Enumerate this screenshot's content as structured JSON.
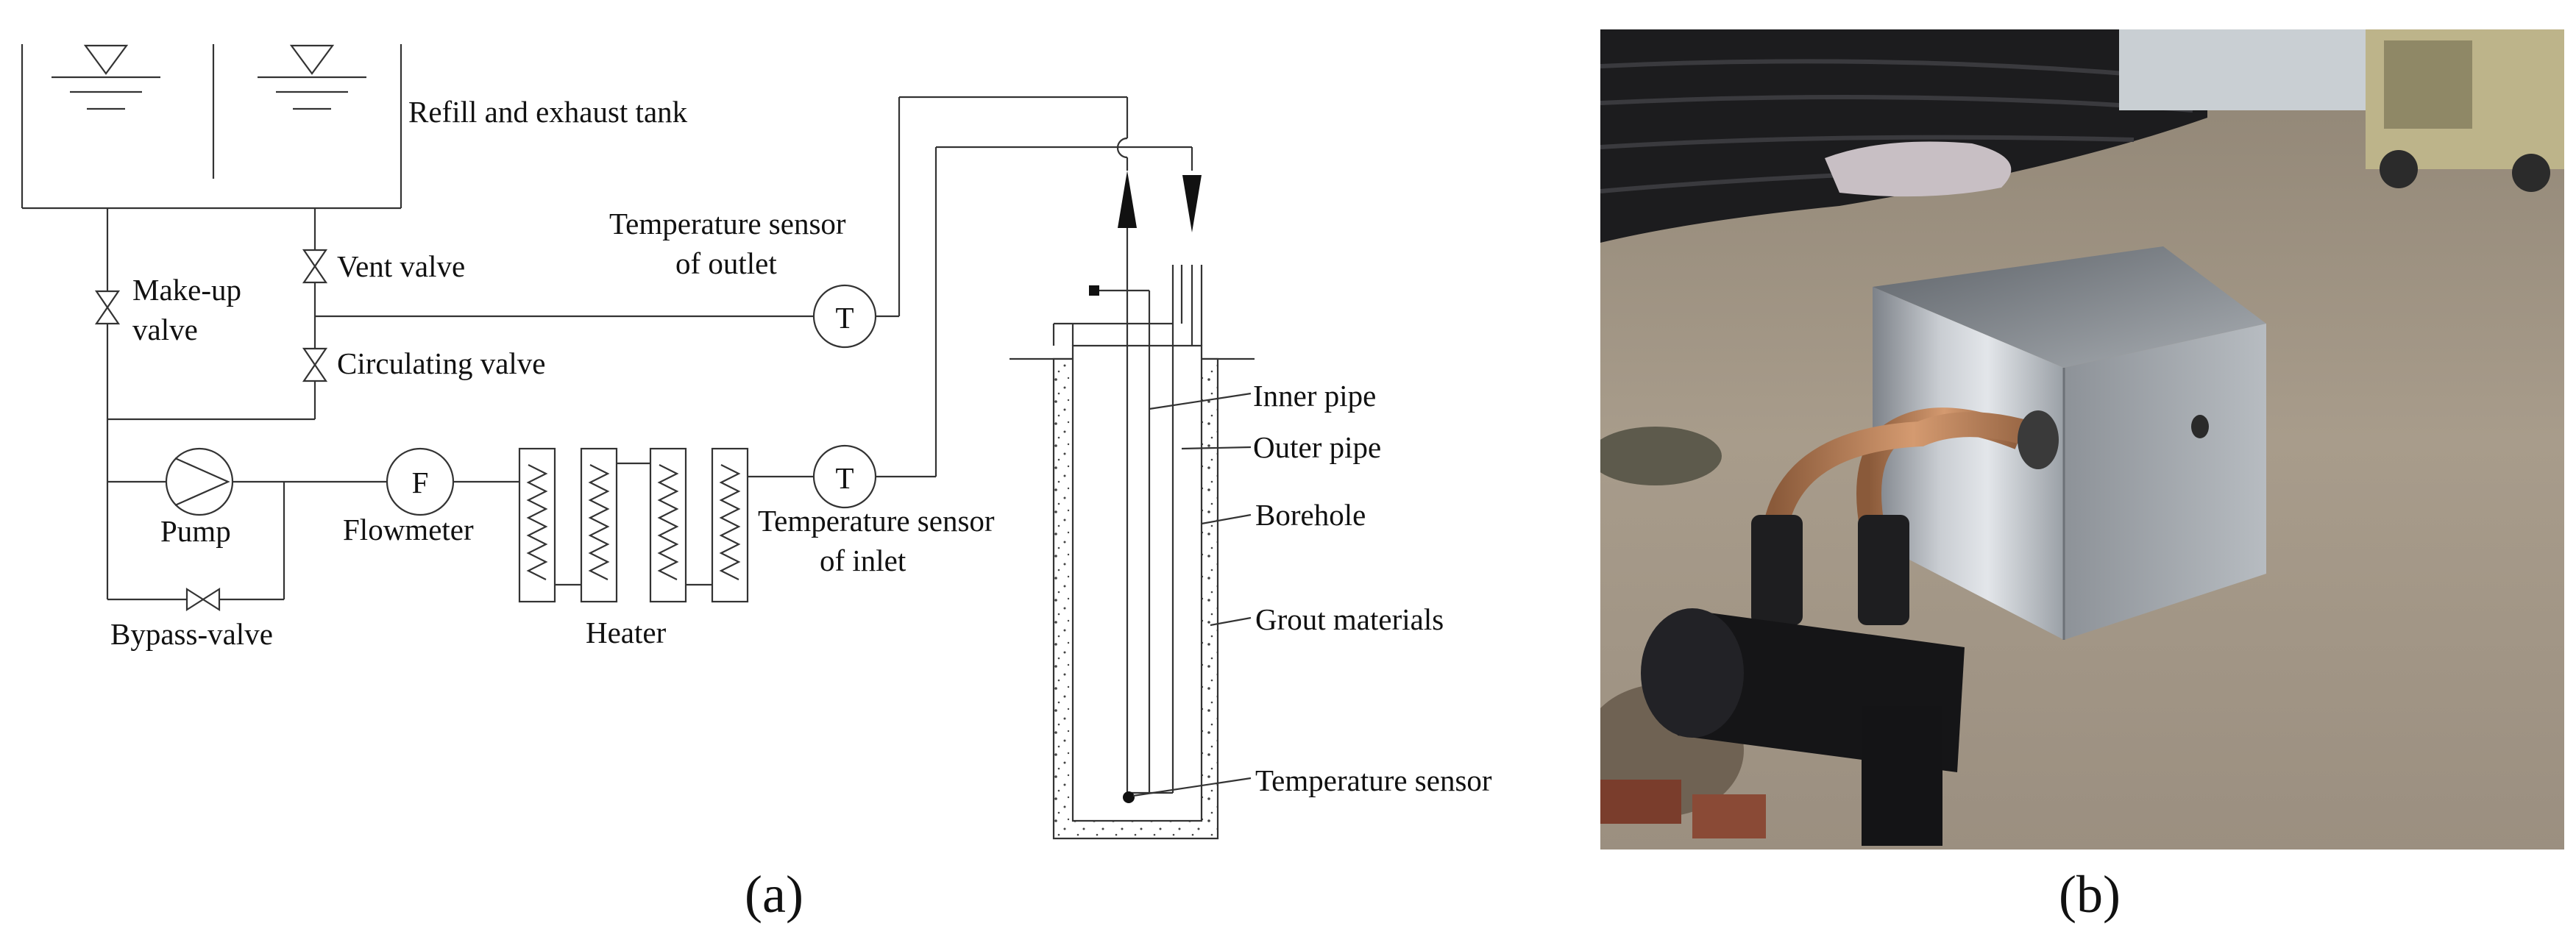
{
  "panel_a": {
    "caption": "(a)",
    "labels": {
      "tank": "Refill and exhaust tank",
      "make_up_1": "Make-up",
      "make_up_2": "valve",
      "vent_valve": "Vent valve",
      "circulating_valve": "Circulating valve",
      "pump": "Pump",
      "bypass_valve": "Bypass-valve",
      "flowmeter": "Flowmeter",
      "heater": "Heater",
      "outlet_1": "Temperature sensor",
      "outlet_2": "of outlet",
      "inlet_1": "Temperature sensor",
      "inlet_2": "of inlet",
      "inner_pipe": "Inner pipe",
      "outer_pipe": "Outer pipe",
      "borehole": "Borehole",
      "grout": "Grout materials",
      "bottom_sensor": "Temperature sensor"
    },
    "symbols": {
      "flowmeter_letter": "F",
      "temp_letter": "T"
    }
  },
  "panel_b": {
    "caption": "(b)"
  }
}
